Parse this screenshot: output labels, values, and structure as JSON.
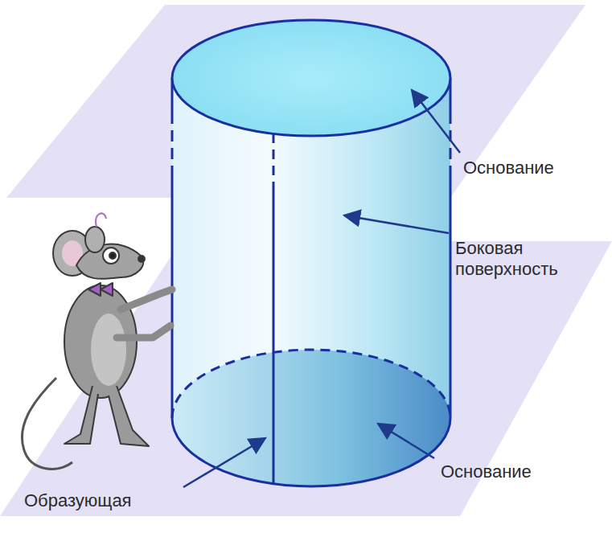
{
  "diagram": {
    "labels": [
      "Основание",
      "Боковая поверхность",
      "Основание",
      "Образующая"
    ]
  }
}
